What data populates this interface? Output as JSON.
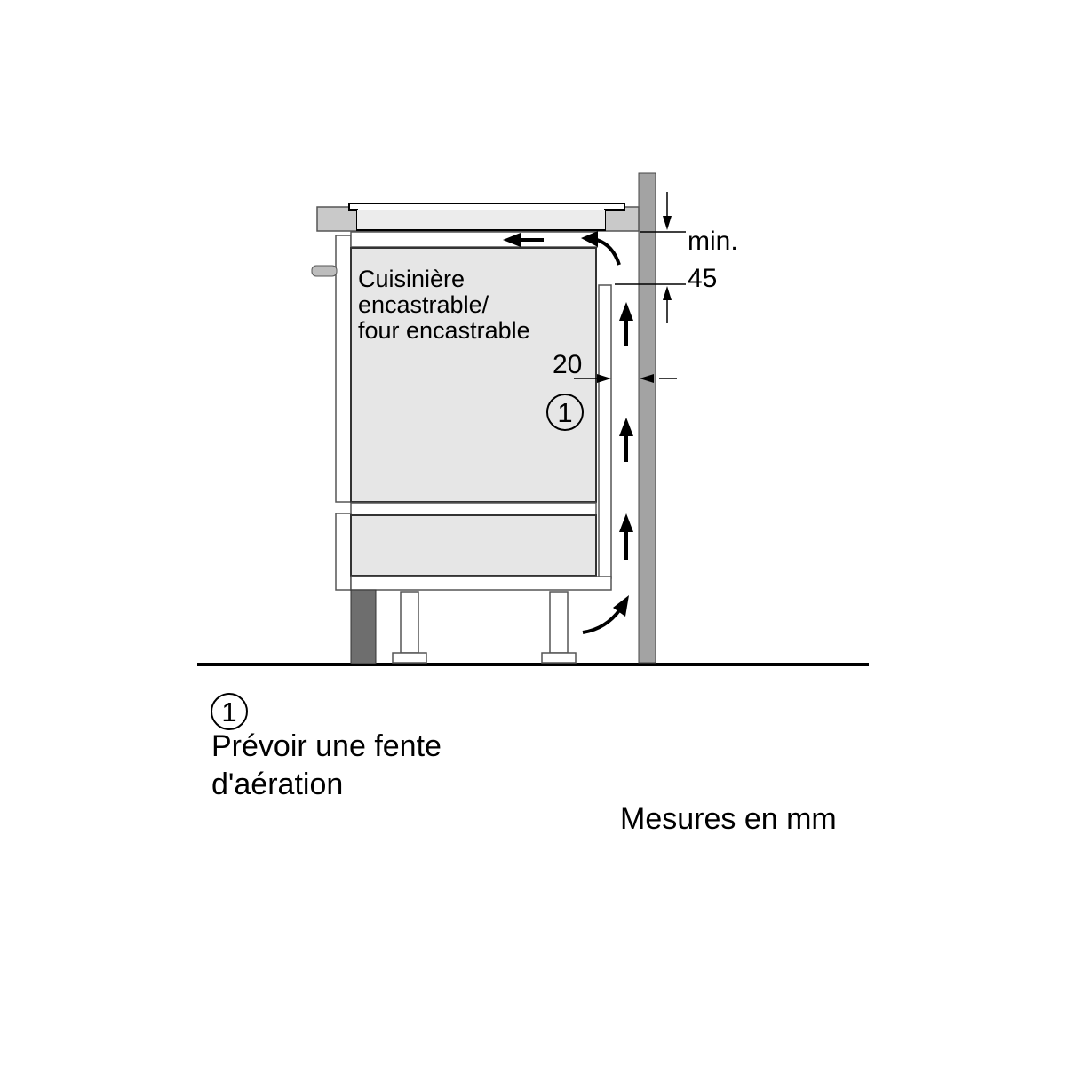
{
  "appliance": {
    "line1": "Cuisinière",
    "line2": "encastrable/",
    "line3": "four encastrable"
  },
  "dimensions": {
    "top_line1": "min.",
    "top_line2": "45",
    "gap": "20"
  },
  "marker": "1",
  "legend": {
    "marker": "1",
    "line1": "Prévoir une fente",
    "line2": "d'aération"
  },
  "units_note": "Mesures en mm",
  "colors": {
    "wall": "#a3a3a3",
    "appliance_front": "#e6e6e6",
    "countertop": "#c9c9c9",
    "plinth": "#6e6e6e",
    "line": "#000000"
  }
}
